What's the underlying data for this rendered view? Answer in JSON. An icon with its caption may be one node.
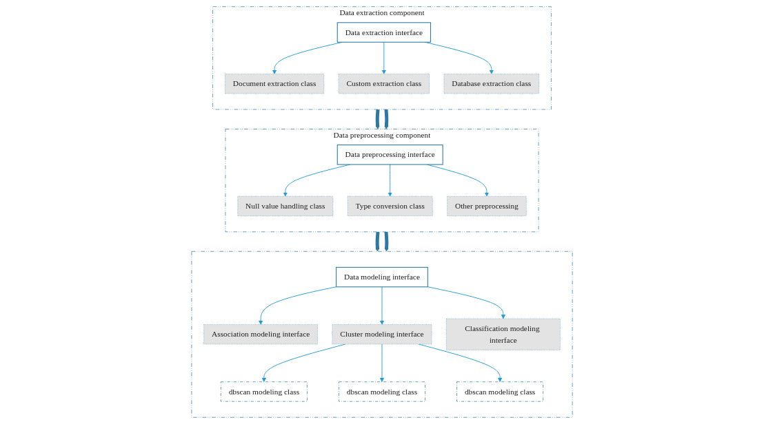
{
  "diagram": {
    "nodes": [
      {
        "text": [
          "Data extraction component"
        ]
      },
      {
        "text": [
          "Data extraction interface"
        ],
        "in": 0
      },
      {
        "text": [
          "Document extraction class"
        ],
        "in": 0
      },
      {
        "text": [
          "Custom extraction class"
        ],
        "in": 0
      },
      {
        "text": [
          "Database extraction class"
        ],
        "in": 0
      },
      {
        "text": [
          "Data preprocessing component"
        ]
      },
      {
        "text": [
          "Data preprocessing interface"
        ],
        "in": 5
      },
      {
        "text": [
          "Null value handling class"
        ],
        "in": 5
      },
      {
        "text": [
          "Type conversion class"
        ],
        "in": 5
      },
      {
        "text": [
          "Other preprocessing"
        ],
        "in": 5
      },
      {
        "text": [],
        "shape": "box"
      },
      {
        "text": [
          "Data modeling interface"
        ],
        "in": 10
      },
      {
        "text": [
          "Association modeling interface"
        ],
        "in": 10
      },
      {
        "text": [
          "Cluster modeling interface"
        ],
        "in": 10
      },
      {
        "text": [
          "Classification modeling interface"
        ],
        "in": 10
      },
      {
        "text": [
          "dbscan modeling class"
        ],
        "in": 10
      },
      {
        "text": [
          "dbscan modeling class"
        ],
        "in": 10
      },
      {
        "text": [
          "dbscan modeling class"
        ],
        "in": 10
      }
    ],
    "edges": [
      {
        "from": 1,
        "to": 2,
        "arrow": "to"
      },
      {
        "from": 1,
        "to": 3,
        "arrow": "to"
      },
      {
        "from": 1,
        "to": 4,
        "arrow": "to"
      },
      {
        "from": 0,
        "to": 5,
        "arrow": "to",
        "style": "thick",
        "color": "#2e78a4"
      },
      {
        "from": 0,
        "to": 5,
        "arrow": "to",
        "style": "thick",
        "color": "#2e78a4"
      },
      {
        "from": 6,
        "to": 7,
        "arrow": "to"
      },
      {
        "from": 6,
        "to": 8,
        "arrow": "to"
      },
      {
        "from": 6,
        "to": 9,
        "arrow": "to"
      },
      {
        "from": 5,
        "to": 10,
        "arrow": "to",
        "style": "thick",
        "color": "#2e78a4"
      },
      {
        "from": 5,
        "to": 10,
        "arrow": "to",
        "style": "thick",
        "color": "#2e78a4"
      },
      {
        "from": 11,
        "to": 12,
        "arrow": "to"
      },
      {
        "from": 11,
        "to": 13,
        "arrow": "to"
      },
      {
        "from": 11,
        "to": 14,
        "arrow": "to"
      },
      {
        "from": 13,
        "to": 15,
        "arrow": "to"
      },
      {
        "from": 13,
        "to": 16,
        "arrow": "to"
      },
      {
        "from": 13,
        "to": 17,
        "arrow": "to"
      }
    ]
  }
}
